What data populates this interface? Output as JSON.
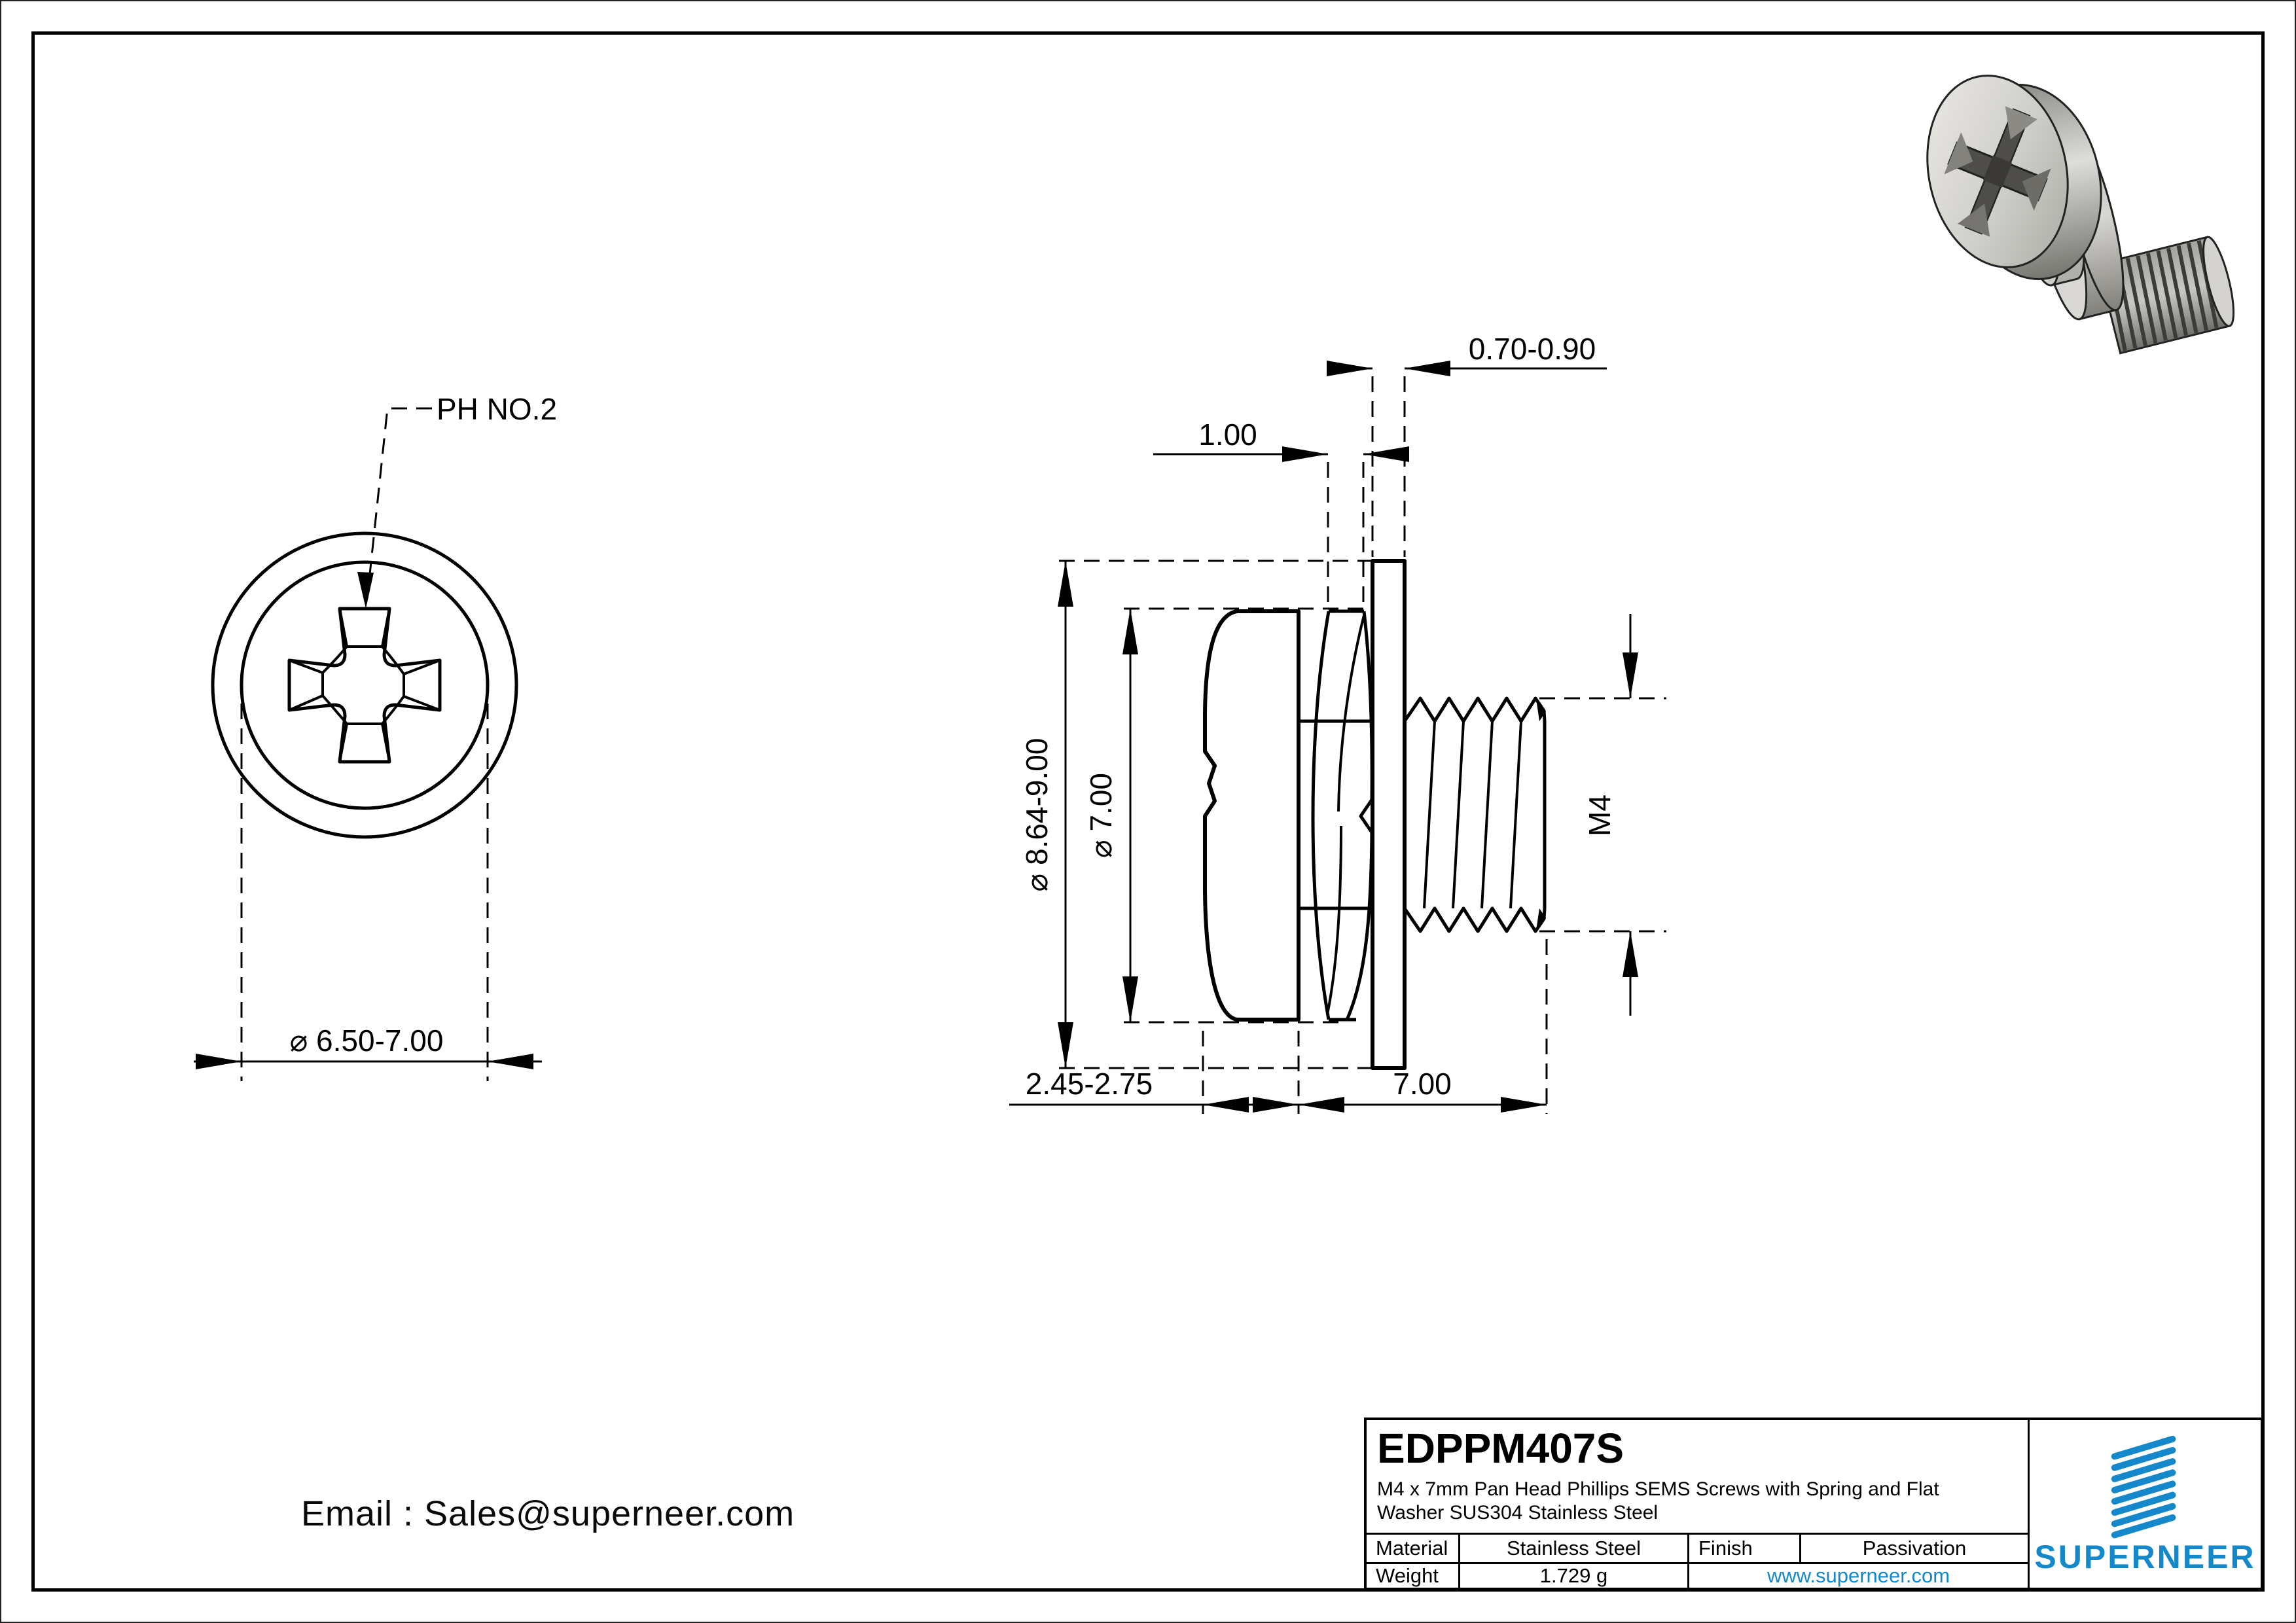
{
  "drawing": {
    "front_view": {
      "recess_label": "PH NO.2",
      "head_diameter": "⌀ 6.50-7.00"
    },
    "side_view": {
      "spring_washer_thickness": "1.00",
      "flat_washer_thickness": "0.70-0.90",
      "flat_washer_od": "⌀ 8.64-9.00",
      "head_od": "⌀ 7.00",
      "thread_size": "M4",
      "head_height": "2.45-2.75",
      "thread_length": "7.00"
    },
    "contact": {
      "email": "Email : Sales@superneer.com"
    }
  },
  "title_block": {
    "part_number": "EDPPM407S",
    "description": "M4 x 7mm Pan Head Phillips SEMS Screws with Spring and Flat Washer SUS304 Stainless Steel",
    "material_label": "Material",
    "material_value": "Stainless Steel",
    "finish_label": "Finish",
    "finish_value": "Passivation",
    "weight_label": "Weight",
    "weight_value": "1.729 g",
    "website": "www.superneer.com",
    "brand_name": "SUPERNEER",
    "brand_color": "#1488ca"
  }
}
